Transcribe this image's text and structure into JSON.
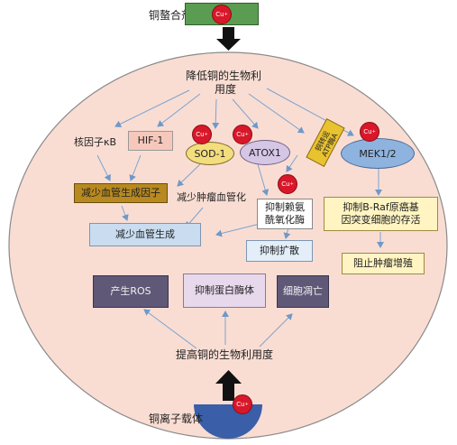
{
  "chelator": {
    "label": "铜螯合剂",
    "ion": "Cu",
    "charge": "+"
  },
  "reduce_bio": {
    "line1": "降低铜的生物利",
    "line2": "用度"
  },
  "nfkb": "核因子κB",
  "hif1": "HIF-1",
  "sod1": "SOD-1",
  "atox1": "ATOX1",
  "atp7a": {
    "line1": "铜转运",
    "line2": "ATP酶A"
  },
  "mek": "MEK1/2",
  "angio_factor": "减少血管生成因子",
  "tumor_vessel": "减少肿瘤血管化",
  "lysyl": {
    "line1": "抑制赖氨",
    "line2": "酰氧化酶"
  },
  "braf": {
    "line1": "抑制B-Raf原癌基",
    "line2": "因突变细胞的存活"
  },
  "angio": "减少血管生成",
  "spread": "抑制扩散",
  "proliferation": "阻止肿瘤增殖",
  "ros": "产生ROS",
  "proteasome": "抑制蛋白酶体",
  "apoptosis": "细胞凋亡",
  "increase_bio": "提高铜的生物利用度",
  "ionophore": "铜离子载体",
  "colors": {
    "cell_fill": "#f9ddd3",
    "chelator_box": "#5a9c52",
    "arrow": "#7aa3d0",
    "gold_box": "#b8891f",
    "blue_box": "#c9dcf0",
    "purple_box": "#5f5877",
    "light_purple": "#e8d8ec",
    "yellow_box": "#fff4c2",
    "sod_fill": "#f3dd7d",
    "atox_fill": "#d6c6e6",
    "mek_fill": "#8fb3df",
    "ionophore_fill": "#3a5ea8"
  }
}
